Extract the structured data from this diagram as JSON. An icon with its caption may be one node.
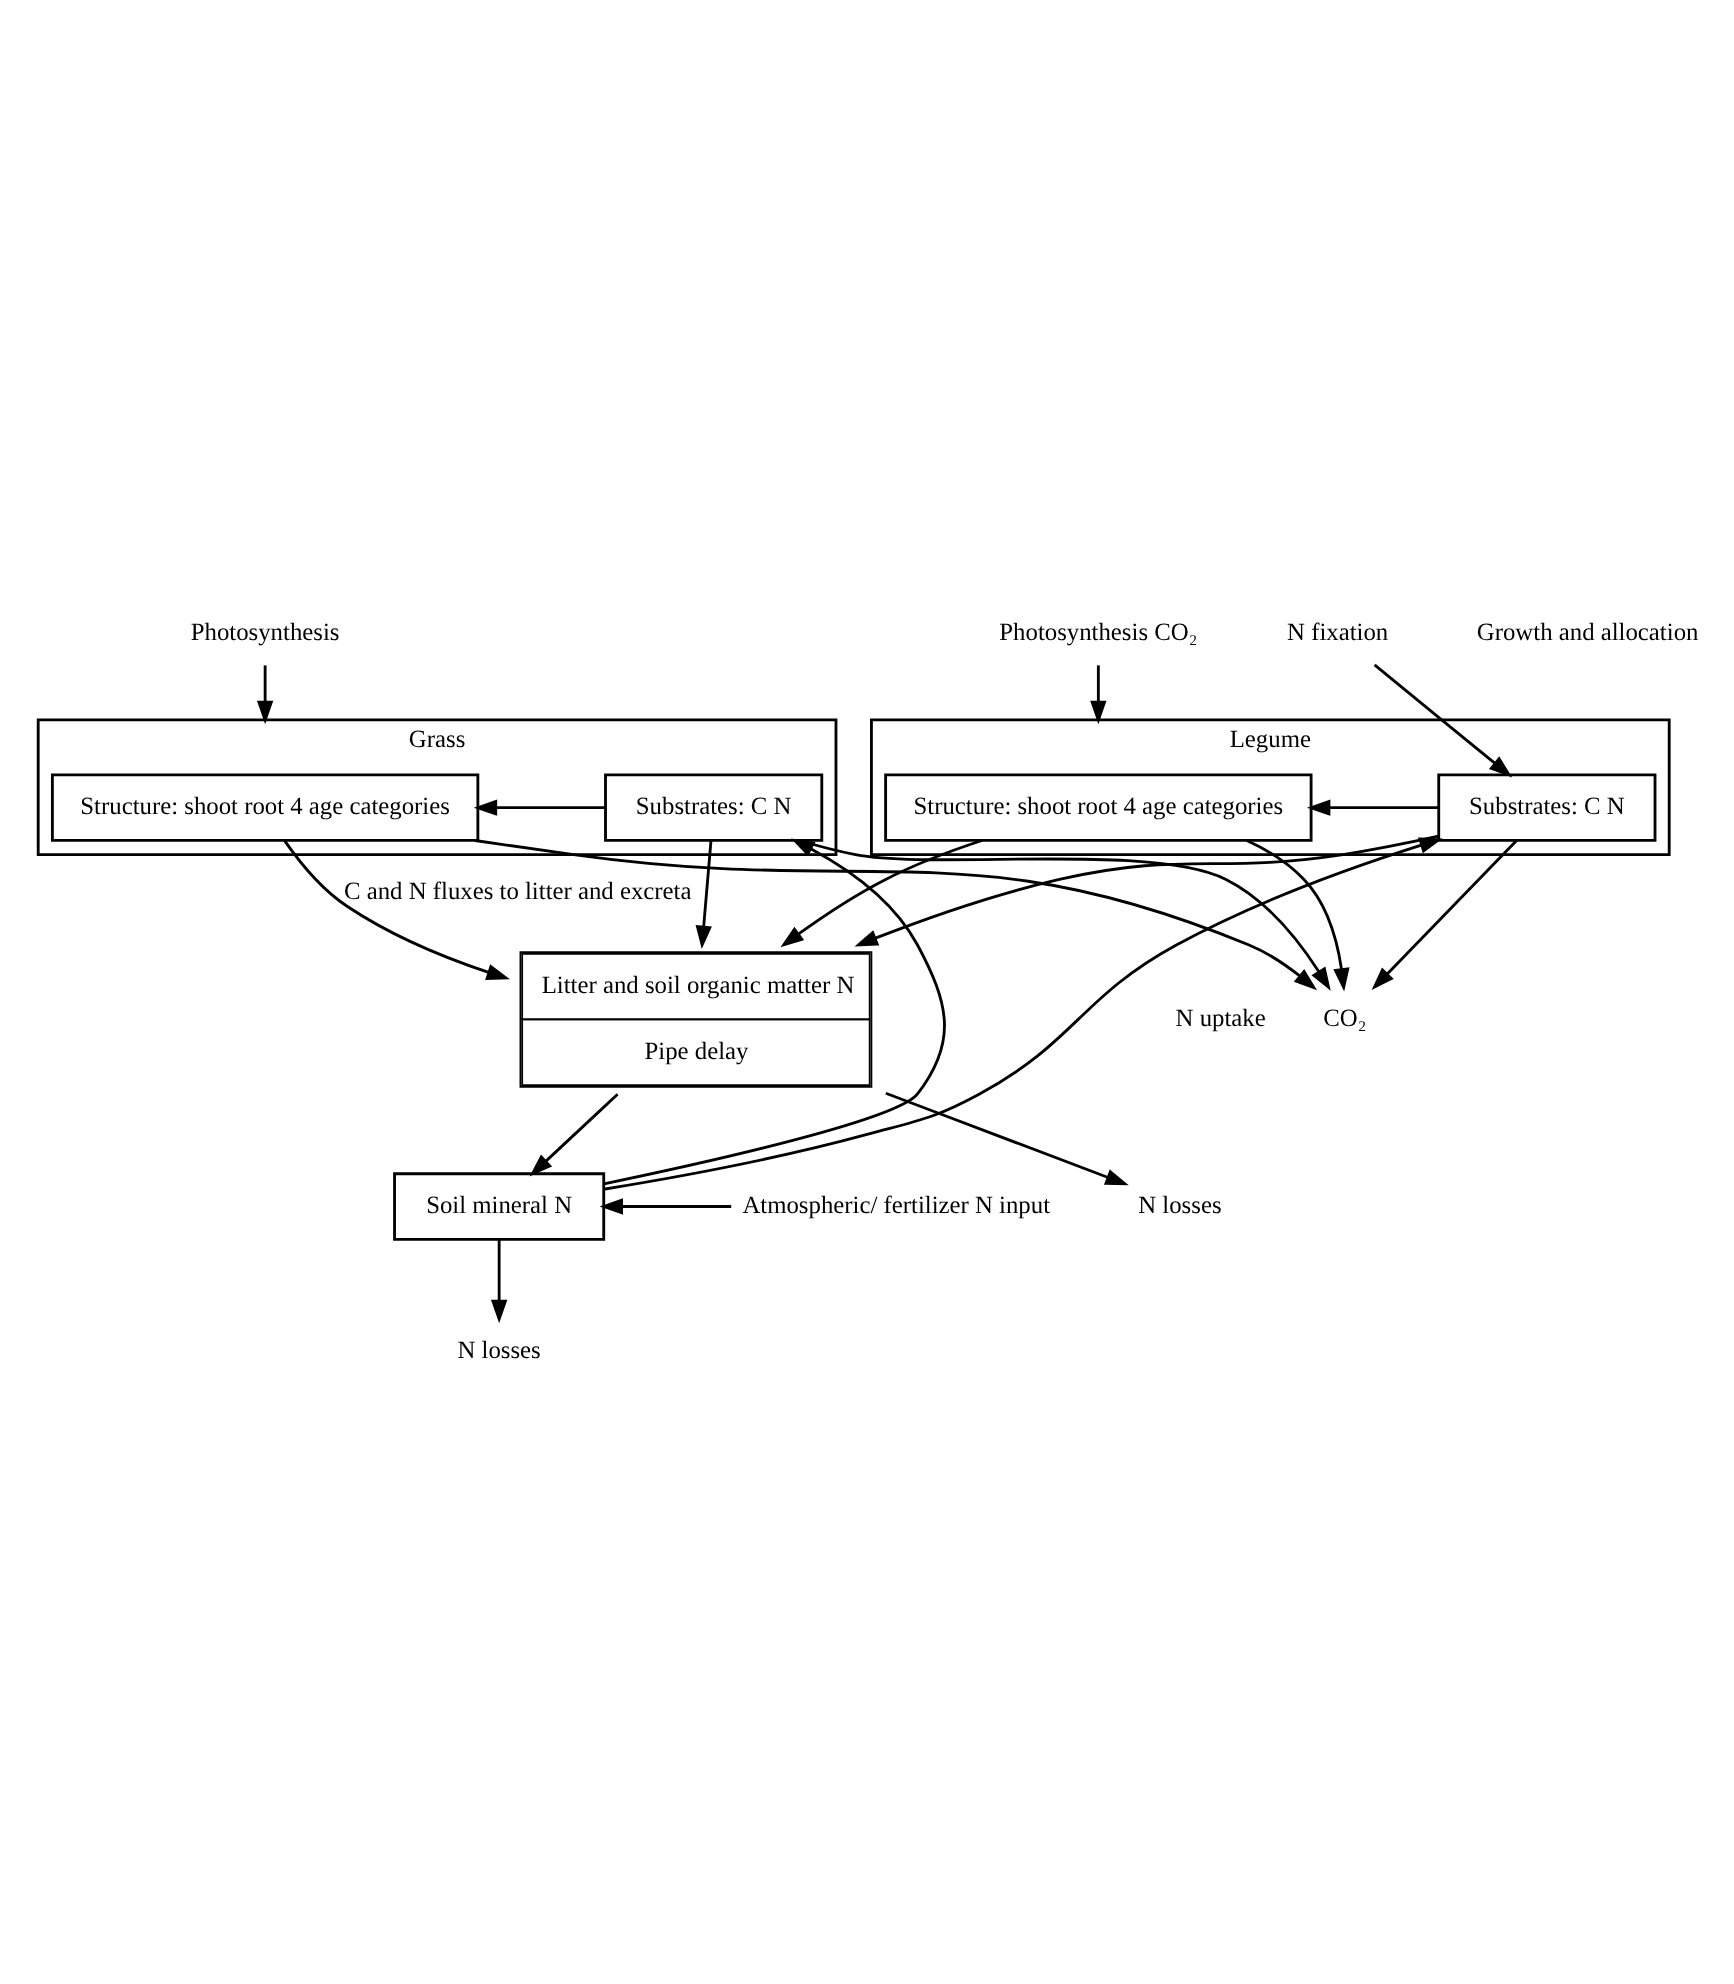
{
  "diagram": {
    "nodes": [
      {
        "text": [
          "Photosynthesis"
        ]
      },
      {
        "text": [
          "Grass"
        ]
      },
      {
        "text": [
          "Structure: shoot root 4 age categories"
        ],
        "in": 1
      },
      {
        "text": [
          "Substrates: C N"
        ],
        "in": 1
      },
      {
        "text": [
          "Photosynthesis CO₂"
        ]
      },
      {
        "text": [
          "Legume"
        ]
      },
      {
        "text": [
          "Structure: shoot root 4 age categories"
        ],
        "in": 5
      },
      {
        "text": [
          "Substrates: C N"
        ],
        "in": 5
      },
      {
        "text": [
          "Litter and soil organic matter N",
          "Pipe delay"
        ]
      },
      {
        "text": [
          "Soil mineral N"
        ]
      },
      {
        "text": [
          "CO₂"
        ]
      },
      {
        "text": [
          "N losses"
        ]
      },
      {
        "text": [
          "N losses"
        ]
      },
      {
        "text": [
          "N fixation"
        ]
      },
      {
        "text": [
          "Atmospheric/ fertilizer N input"
        ]
      }
    ],
    "edges": [
      {
        "from": 0,
        "to": 1,
        "arrow": "to"
      },
      {
        "from": 4,
        "to": 5,
        "arrow": "to"
      },
      {
        "from": 3,
        "to": 2,
        "arrow": "to"
      },
      {
        "from": 7,
        "to": 6,
        "arrow": "to"
      },
      {
        "from": 2,
        "to": 8,
        "arrow": "to",
        "label": "C and N fluxes to litter and excreta"
      },
      {
        "from": 3,
        "to": 8,
        "arrow": "to"
      },
      {
        "from": 6,
        "to": 8,
        "arrow": "to"
      },
      {
        "from": 7,
        "to": 8,
        "arrow": "to"
      },
      {
        "from": 2,
        "to": 10,
        "arrow": "to"
      },
      {
        "from": 3,
        "to": 10,
        "arrow": "to"
      },
      {
        "from": 6,
        "to": 10,
        "arrow": "to"
      },
      {
        "from": 7,
        "to": 10,
        "arrow": "to"
      },
      {
        "from": 9,
        "to": 3,
        "arrow": "to"
      },
      {
        "from": 9,
        "to": 7,
        "arrow": "to",
        "label": "N uptake"
      },
      {
        "from": 13,
        "to": 7,
        "arrow": "to"
      },
      {
        "from": 8,
        "to": 9,
        "arrow": "to"
      },
      {
        "from": 8,
        "to": 11,
        "arrow": "to"
      },
      {
        "from": 9,
        "to": 12,
        "arrow": "to"
      },
      {
        "from": 14,
        "to": 9,
        "arrow": "to"
      }
    ],
    "labels": [
      "Growth and allocation"
    ]
  }
}
